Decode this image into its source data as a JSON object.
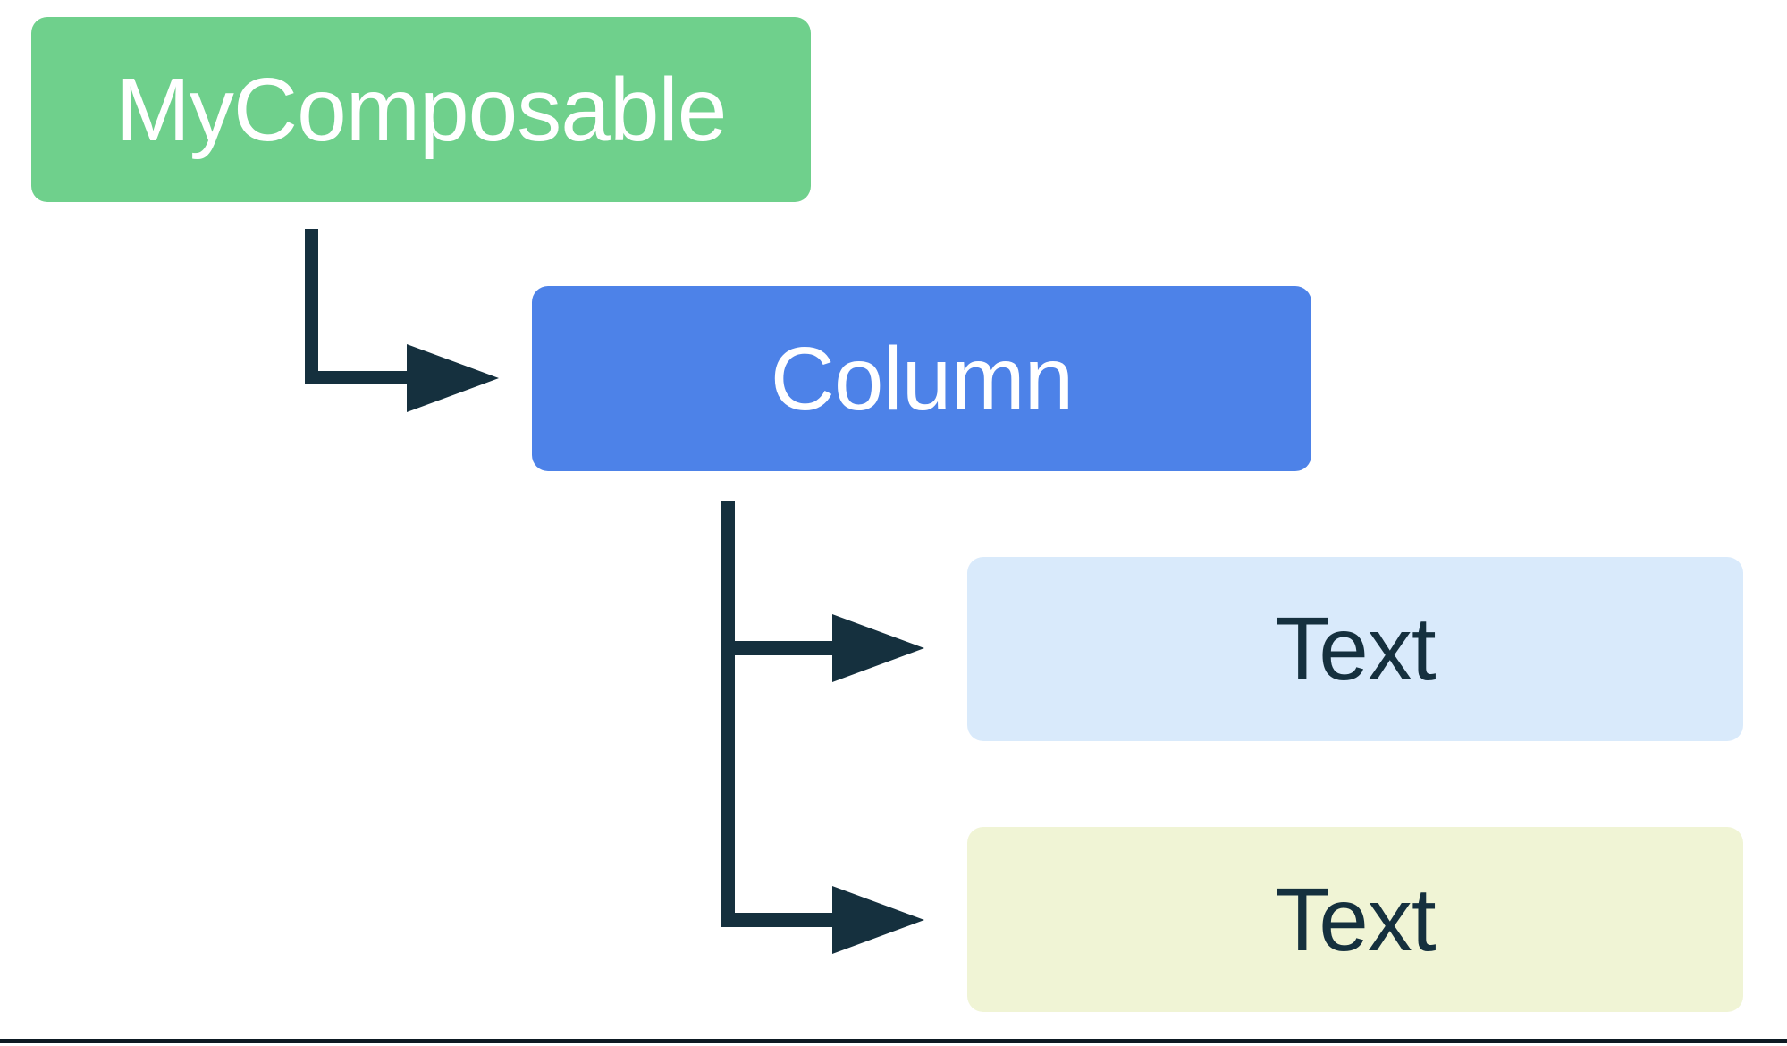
{
  "diagram": {
    "description": "UI hierarchy tree: a composable containing a Column with two Text children",
    "nodes": [
      {
        "id": "mycomposable",
        "label": "MyComposable",
        "fill": "green",
        "text": "white"
      },
      {
        "id": "column",
        "label": "Column",
        "fill": "blue",
        "text": "white"
      },
      {
        "id": "text1",
        "label": "Text",
        "fill": "lightblue",
        "text": "ink"
      },
      {
        "id": "text2",
        "label": "Text",
        "fill": "cream",
        "text": "ink"
      }
    ],
    "edges": [
      {
        "from": "mycomposable",
        "to": "column",
        "style": "elbow-arrow"
      },
      {
        "from": "column",
        "to": "text1",
        "style": "elbow-arrow"
      },
      {
        "from": "column",
        "to": "text2",
        "style": "elbow-arrow"
      }
    ]
  },
  "colors": {
    "bg": "#FFFFFF",
    "green": "#6FD08C",
    "blue": "#4D82E8",
    "lightblue": "#D9EAFB",
    "cream": "#F0F4D5",
    "ink": "#15303E",
    "white": "#FFFFFF",
    "rule": "#0D1A23"
  }
}
